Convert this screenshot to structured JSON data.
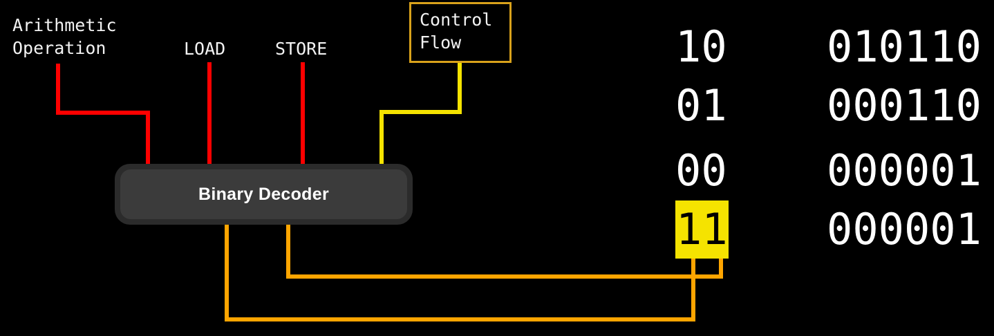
{
  "diagram": {
    "title": "Binary Decoder",
    "background_color": "#000000"
  },
  "inputs": [
    {
      "id": "arithmetic-operation",
      "label": "Arithmetic\nOperation",
      "wire_color": "#ff0000"
    },
    {
      "id": "load",
      "label": "LOAD",
      "wire_color": "#ff0000"
    },
    {
      "id": "store",
      "label": "STORE",
      "wire_color": "#ff0000"
    }
  ],
  "control_flow": {
    "label": "Control\nFlow",
    "border_color": "#d9a21b",
    "wire_color": "#f5e300"
  },
  "decoder": {
    "label": "Binary Decoder",
    "fill_color": "#3b3b3b",
    "border_color": "#2b2b2b",
    "text_color": "#ffffff"
  },
  "feedback": {
    "wire_color": "#ffa500"
  },
  "truth_table": {
    "highlight_color": "#f5e300",
    "text_color": "#ffffff",
    "rows": [
      {
        "input": "10",
        "output": "010110",
        "highlighted": false
      },
      {
        "input": "01",
        "output": "000110",
        "highlighted": false
      },
      {
        "input": "00",
        "output": "000001",
        "highlighted": false
      },
      {
        "input": "11",
        "output": "000001",
        "highlighted": true
      }
    ]
  }
}
